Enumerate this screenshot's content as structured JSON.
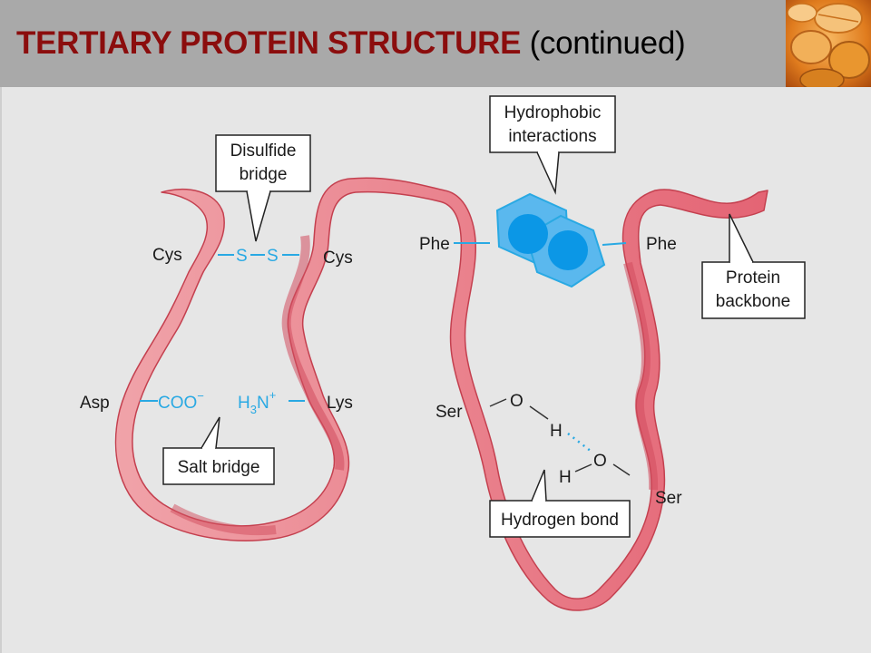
{
  "header": {
    "title_main": "TERTIARY PROTEIN STRUCTURE",
    "title_sub": "(continued)",
    "background_color": "#a9a9a9",
    "title_color": "#8b0d0d"
  },
  "corner_image": {
    "icon": "orange-pills-photo"
  },
  "diagram": {
    "colors": {
      "backbone_light": "#f0a3a9",
      "backbone_dark": "#e46474",
      "backbone_edge": "#c4404f",
      "chem": "#29a9e3",
      "ring_fill": "#5ab8ee",
      "ring_core": "#0b97e6"
    },
    "callouts": {
      "disulfide": [
        "Disulfide",
        "bridge"
      ],
      "hydrophobic": [
        "Hydrophobic",
        "interactions"
      ],
      "backbone": [
        "Protein",
        "backbone"
      ],
      "salt": "Salt bridge",
      "hbond": "Hydrogen bond"
    },
    "residues": {
      "cys_left": "Cys",
      "cys_right": "Cys",
      "phe_left": "Phe",
      "phe_right": "Phe",
      "asp": "Asp",
      "lys": "Lys",
      "ser_left": "Ser",
      "ser_right": "Ser"
    },
    "chem": {
      "s1": "S",
      "s2": "S",
      "coo": "COO",
      "coo_charge": "−",
      "h3n_h": "H",
      "h3n_sub": "3",
      "h3n_n": "N",
      "h3n_charge": "+",
      "o_top": "O",
      "h_mid": "H",
      "o_bottom": "O",
      "h_bottom": "H"
    }
  }
}
